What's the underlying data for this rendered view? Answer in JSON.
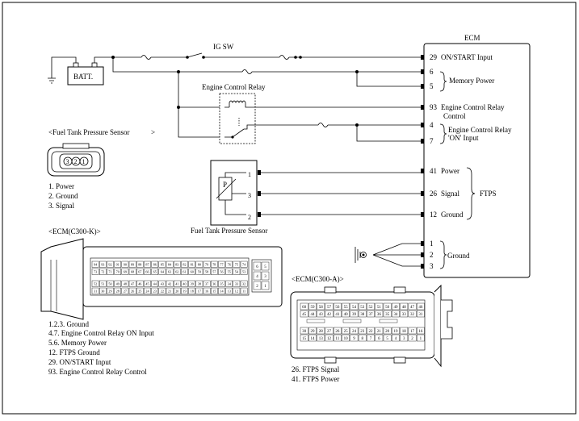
{
  "title_ecm": "ECM",
  "battery_label": "BATT.",
  "ig_sw_label": "IG SW",
  "relay_label": "Engine Control Relay",
  "ftps_component_label": "Fuel Tank Pressure Sensor",
  "ftps_sensor_box_letter": "P",
  "ftps_sensor_pins": [
    "1",
    "3",
    "2"
  ],
  "ecm_pins": [
    {
      "num": "29",
      "label": "ON/START Input"
    },
    {
      "num": "6",
      "label": ""
    },
    {
      "num": "5",
      "label": ""
    },
    {
      "num": "93",
      "label": "Engine Control Relay"
    },
    {
      "num": "4",
      "label": ""
    },
    {
      "num": "7",
      "label": ""
    },
    {
      "num": "41",
      "label": "Power"
    },
    {
      "num": "26",
      "label": "Signal"
    },
    {
      "num": "12",
      "label": "Ground"
    },
    {
      "num": "1",
      "label": ""
    },
    {
      "num": "2",
      "label": ""
    },
    {
      "num": "3",
      "label": ""
    }
  ],
  "ecm_pin93_line2": "Control",
  "memory_power_label": "Memory Power",
  "relay_on_input_line1": "Engine Control Relay",
  "relay_on_input_line2": "'ON' Input",
  "ftps_group_label": "FTPS",
  "ground_group_label": "Ground",
  "ftps_connector": {
    "title": "<Fuel Tank Pressure Sensor",
    "title_suffix": ">",
    "pins": [
      "3",
      "2",
      "1"
    ],
    "legend": [
      "1. Power",
      "2. Ground",
      "3. Signal"
    ]
  },
  "ecm_k": {
    "title": "<ECM(C300-K)>",
    "row1": [
      "94",
      "93",
      "92",
      "91",
      "90",
      "89",
      "88",
      "87",
      "86",
      "85",
      "84",
      "83",
      "82",
      "81",
      "80",
      "79",
      "78",
      "77",
      "76",
      "75",
      "74"
    ],
    "row2": [
      "73",
      "72",
      "71",
      "70",
      "69",
      "68",
      "67",
      "66",
      "65",
      "64",
      "63",
      "62",
      "61",
      "60",
      "59",
      "58",
      "57",
      "56",
      "55",
      "54",
      "53"
    ],
    "row3": [
      "52",
      "51",
      "50",
      "49",
      "48",
      "47",
      "46",
      "45",
      "44",
      "43",
      "42",
      "41",
      "40",
      "39",
      "38",
      "37",
      "36",
      "35",
      "34",
      "33",
      "32"
    ],
    "row4": [
      "31",
      "30",
      "29",
      "28",
      "27",
      "26",
      "25",
      "24",
      "23",
      "22",
      "21",
      "20",
      "19",
      "18",
      "17",
      "16",
      "15",
      "14",
      "13",
      "12",
      "11"
    ],
    "side": [
      [
        "6",
        "5"
      ],
      [
        "4",
        "3"
      ],
      [
        "2",
        "1"
      ]
    ],
    "legend": [
      "1.2.3.  Ground",
      "4.7. Engine Control Relay ON Input",
      "5.6.  Memory Power",
      "12. FTPS   Ground",
      "29.  ON/START Input",
      "93.  Engine Control Relay Control"
    ]
  },
  "ecm_a": {
    "title": "<ECM(C300-A)>",
    "row1": [
      "60",
      "59",
      "58",
      "57",
      "56",
      "55",
      "54",
      "53",
      "52",
      "51",
      "50",
      "49",
      "48",
      "47",
      "46"
    ],
    "row2": [
      "45",
      "44",
      "43",
      "42",
      "41",
      "40",
      "39",
      "38",
      "37",
      "36",
      "35",
      "34",
      "33",
      "32",
      "31"
    ],
    "row3": [
      "30",
      "29",
      "28",
      "27",
      "26",
      "25",
      "24",
      "23",
      "22",
      "21",
      "20",
      "19",
      "18",
      "17",
      "16"
    ],
    "row4": [
      "15",
      "14",
      "13",
      "12",
      "11",
      "10",
      "9",
      "8",
      "7",
      "6",
      "5",
      "4",
      "3",
      "2",
      "1"
    ],
    "legend": [
      "26.  FTPS  Signal",
      "41.  FTPS  Power"
    ]
  }
}
